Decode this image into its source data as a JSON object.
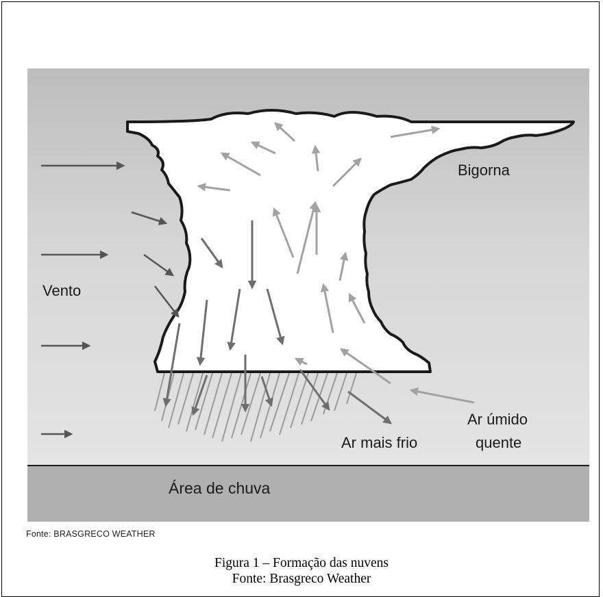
{
  "diagram": {
    "labels": {
      "bigorna": "Bigorna",
      "vento": "Vento",
      "ar_mais_frio": "Ar mais frio",
      "ar_umido": "Ar úmido",
      "quente": "quente",
      "area_de_chuva": "Área de chuva"
    },
    "colors": {
      "sky": "#c8c8c8",
      "ground": "#b0b0b0",
      "cloud": "#ffffff",
      "outline": "#1a1a1a",
      "downdraft_arrow": "#6e6e6e",
      "updraft_arrow": "#a2a2a2",
      "wind_arrow": "#555555",
      "rain": "#9a9a9a"
    }
  },
  "source_note": "Fonte: BRASGRECO WEATHER",
  "caption": {
    "title": "Figura 1 – Formação das nuvens",
    "source": "Fonte: Brasgreco Weather"
  }
}
